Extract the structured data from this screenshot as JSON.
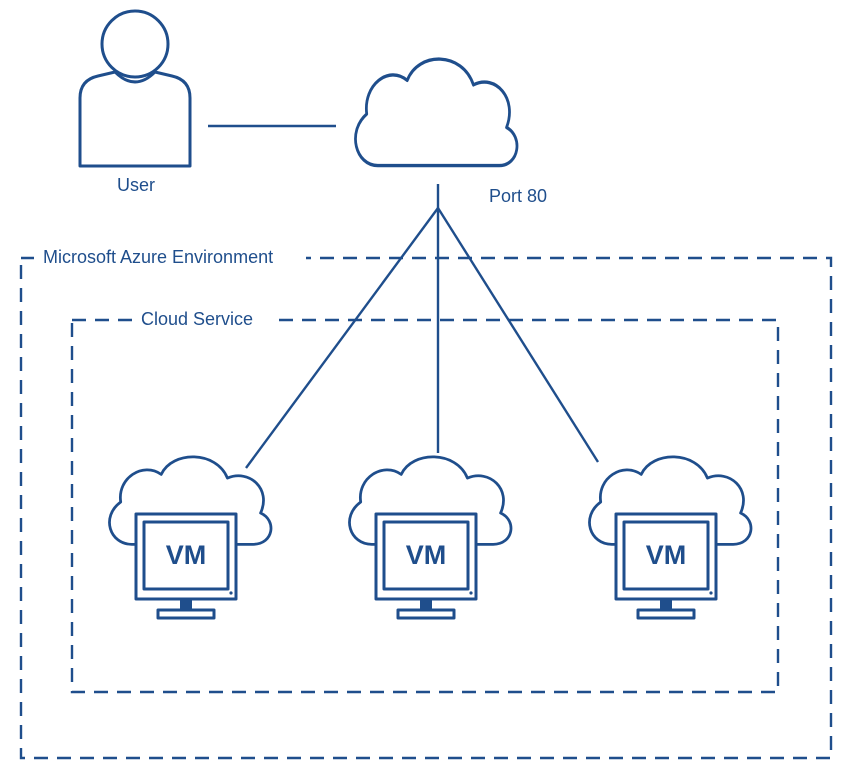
{
  "user": {
    "label": "User",
    "icon": "user-icon"
  },
  "internet": {
    "icon": "cloud-icon",
    "port_label": "Port 80"
  },
  "azure_environment": {
    "label": "Microsoft Azure Environment"
  },
  "cloud_service": {
    "label": "Cloud Service"
  },
  "vms": [
    {
      "label": "VM",
      "icon": "vm-monitor-icon"
    },
    {
      "label": "VM",
      "icon": "vm-monitor-icon"
    },
    {
      "label": "VM",
      "icon": "vm-monitor-icon"
    }
  ],
  "colors": {
    "stroke": "#1f4e8c",
    "background": "#ffffff"
  }
}
